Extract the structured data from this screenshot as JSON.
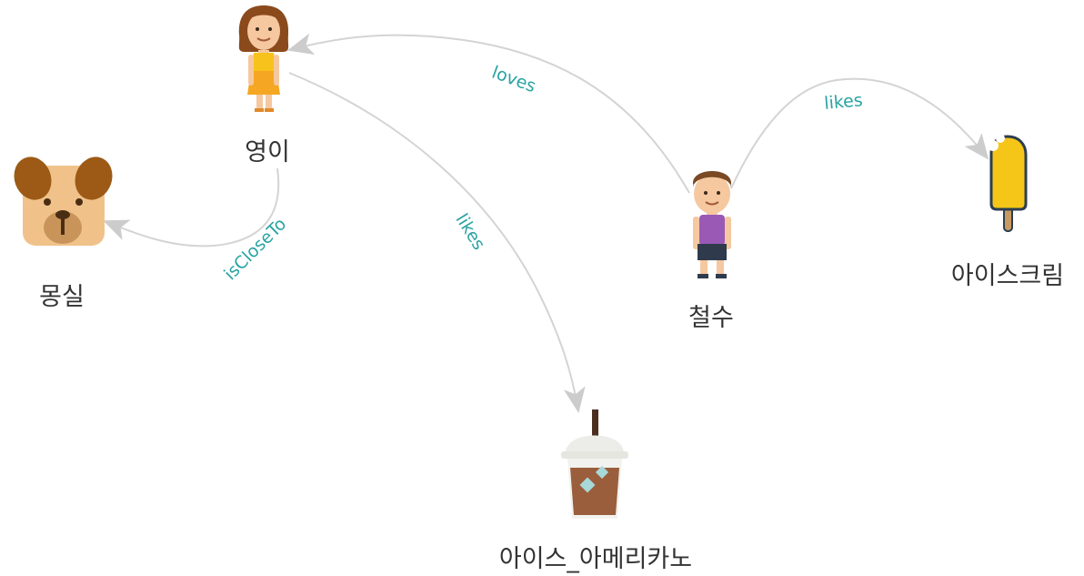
{
  "nodes": [
    {
      "id": "youngi",
      "label": "영이",
      "icon": "girl-icon"
    },
    {
      "id": "mongsil",
      "label": "몽실",
      "icon": "dog-icon"
    },
    {
      "id": "cheolsu",
      "label": "철수",
      "icon": "boy-icon"
    },
    {
      "id": "icecream",
      "label": "아이스크림",
      "icon": "popsicle-icon"
    },
    {
      "id": "americano",
      "label": "아이스_아메리카노",
      "icon": "iced-coffee-icon"
    }
  ],
  "edges": [
    {
      "from": "cheolsu",
      "to": "youngi",
      "label": "loves"
    },
    {
      "from": "cheolsu",
      "to": "icecream",
      "label": "likes"
    },
    {
      "from": "youngi",
      "to": "americano",
      "label": "likes"
    },
    {
      "from": "youngi",
      "to": "mongsil",
      "label": "isCloseTo"
    }
  ],
  "colors": {
    "edge": "#d4d4d4",
    "edge_label": "#2aa3a3",
    "node_label": "#333333"
  }
}
